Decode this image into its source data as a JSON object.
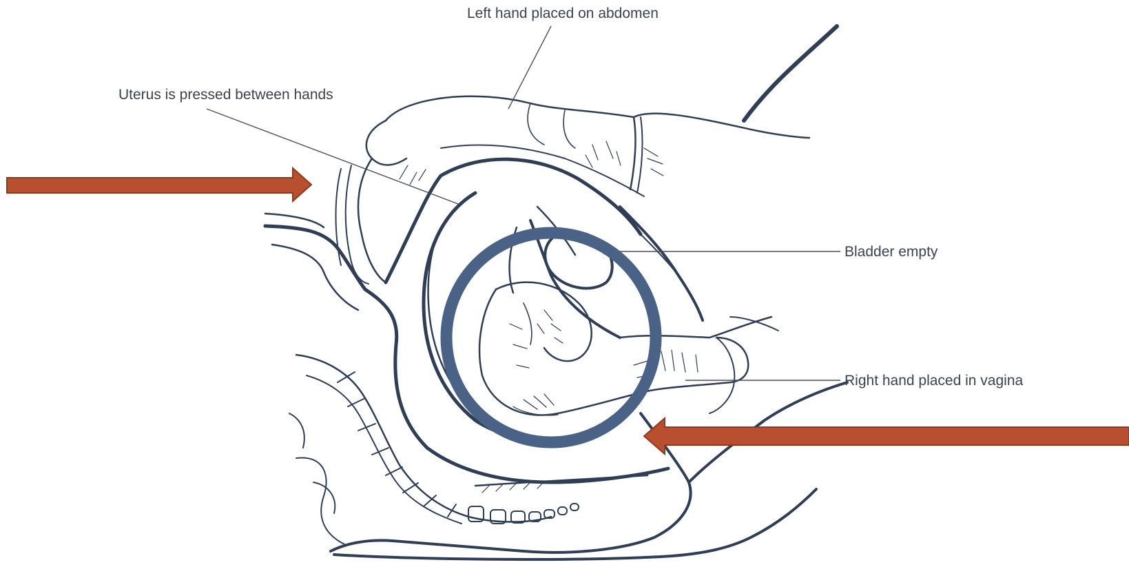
{
  "labels": {
    "left_hand": "Left hand placed on abdomen",
    "uterus": "Uterus is pressed between hands",
    "bladder": "Bladder empty",
    "right_hand": "Right hand placed in vagina"
  },
  "colors": {
    "line": "#2f3d55",
    "leader": "#4a4f58",
    "arrow": "#b85030",
    "arrow_edge": "#8e3a20",
    "circle": "#4a6286",
    "background": "#ffffff"
  }
}
